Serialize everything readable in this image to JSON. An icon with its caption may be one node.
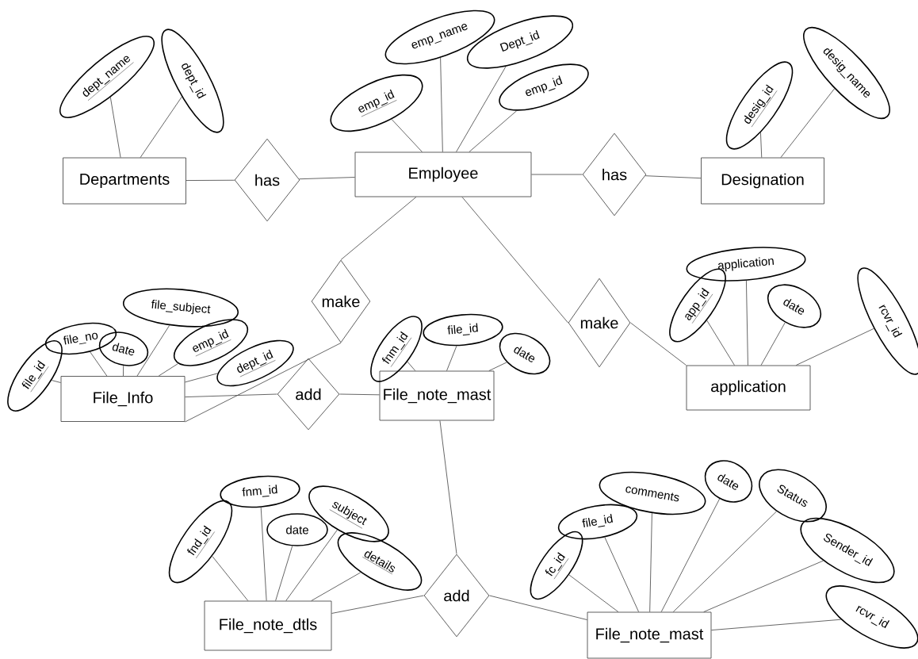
{
  "diagram": {
    "nodes": [
      {
        "text": [
          "Departments"
        ]
      },
      {
        "text": [
          "has"
        ]
      },
      {
        "text": [
          "Employee"
        ]
      },
      {
        "text": [
          "has"
        ]
      },
      {
        "text": [
          "Designation"
        ]
      },
      {
        "text": [
          "dept_name"
        ]
      },
      {
        "text": [
          "dept_id"
        ]
      },
      {
        "text": [
          "emp_id"
        ]
      },
      {
        "text": [
          "emp_name"
        ]
      },
      {
        "text": [
          "Dept_id"
        ]
      },
      {
        "text": [
          "emp_id"
        ]
      },
      {
        "text": [
          "desig_id"
        ]
      },
      {
        "text": [
          "desig_name"
        ]
      },
      {
        "text": [
          "make"
        ]
      },
      {
        "text": [
          "make"
        ]
      },
      {
        "text": [
          "application"
        ]
      },
      {
        "text": [
          "app_id"
        ]
      },
      {
        "text": [
          "date"
        ]
      },
      {
        "text": [
          "rcvr_id"
        ]
      },
      {
        "text": [
          "application"
        ]
      },
      {
        "text": [
          "file_no"
        ]
      },
      {
        "text": [
          "file_subject"
        ]
      },
      {
        "text": [
          "file_id"
        ]
      },
      {
        "text": [
          "date"
        ]
      },
      {
        "text": [
          "emp_id"
        ]
      },
      {
        "text": [
          "dept_id"
        ]
      },
      {
        "text": [
          "File_Info"
        ]
      },
      {
        "text": [
          "add"
        ]
      },
      {
        "text": [
          "File_note_mast"
        ]
      },
      {
        "text": [
          "file_id"
        ]
      },
      {
        "text": [
          "fnm_id"
        ]
      },
      {
        "text": [
          "date"
        ]
      },
      {
        "text": [
          "File_note_dtls"
        ]
      },
      {
        "text": [
          "fnm_id"
        ]
      },
      {
        "text": [
          "subject"
        ]
      },
      {
        "text": [
          "fnd_id"
        ]
      },
      {
        "text": [
          "date"
        ]
      },
      {
        "text": [
          "details"
        ]
      },
      {
        "text": [
          "add"
        ]
      },
      {
        "text": [
          "comments"
        ]
      },
      {
        "text": [
          "date"
        ]
      },
      {
        "text": [
          "Status"
        ]
      },
      {
        "text": [
          "file_id"
        ]
      },
      {
        "text": [
          "Sender_id"
        ]
      },
      {
        "text": [
          "fc_id"
        ]
      },
      {
        "text": [
          "rcvr_id"
        ]
      },
      {
        "text": [
          "File_note_mast"
        ]
      }
    ],
    "edges": [
      {
        "from": 0,
        "to": 1,
        "arrow": "none"
      },
      {
        "from": 1,
        "to": 2,
        "arrow": "none"
      },
      {
        "from": 2,
        "to": 3,
        "arrow": "none"
      },
      {
        "from": 3,
        "to": 4,
        "arrow": "none"
      },
      {
        "from": 0,
        "to": 5,
        "arrow": "none"
      },
      {
        "from": 0,
        "to": 6,
        "arrow": "none"
      },
      {
        "from": 2,
        "to": 7,
        "arrow": "none"
      },
      {
        "from": 2,
        "to": 8,
        "arrow": "none"
      },
      {
        "from": 2,
        "to": 9,
        "arrow": "none"
      },
      {
        "from": 2,
        "to": 10,
        "arrow": "none"
      },
      {
        "from": 4,
        "to": 11,
        "arrow": "none"
      },
      {
        "from": 4,
        "to": 12,
        "arrow": "none"
      },
      {
        "from": 2,
        "to": 13,
        "arrow": "none"
      },
      {
        "from": 13,
        "to": 26,
        "arrow": "none"
      },
      {
        "from": 2,
        "to": 14,
        "arrow": "none"
      },
      {
        "from": 14,
        "to": 19,
        "arrow": "none"
      },
      {
        "from": 19,
        "to": 15,
        "arrow": "none"
      },
      {
        "from": 19,
        "to": 16,
        "arrow": "none"
      },
      {
        "from": 19,
        "to": 17,
        "arrow": "none"
      },
      {
        "from": 19,
        "to": 18,
        "arrow": "none"
      },
      {
        "from": 26,
        "to": 20,
        "arrow": "none"
      },
      {
        "from": 26,
        "to": 21,
        "arrow": "none"
      },
      {
        "from": 26,
        "to": 22,
        "arrow": "none"
      },
      {
        "from": 26,
        "to": 23,
        "arrow": "none"
      },
      {
        "from": 26,
        "to": 24,
        "arrow": "none"
      },
      {
        "from": 26,
        "to": 25,
        "arrow": "none"
      },
      {
        "from": 26,
        "to": 27,
        "arrow": "none"
      },
      {
        "from": 27,
        "to": 28,
        "arrow": "none"
      },
      {
        "from": 28,
        "to": 29,
        "arrow": "none"
      },
      {
        "from": 28,
        "to": 30,
        "arrow": "none"
      },
      {
        "from": 28,
        "to": 31,
        "arrow": "none"
      },
      {
        "from": 28,
        "to": 38,
        "arrow": "none"
      },
      {
        "from": 38,
        "to": 32,
        "arrow": "none"
      },
      {
        "from": 38,
        "to": 46,
        "arrow": "none"
      },
      {
        "from": 32,
        "to": 33,
        "arrow": "none"
      },
      {
        "from": 32,
        "to": 34,
        "arrow": "none"
      },
      {
        "from": 32,
        "to": 35,
        "arrow": "none"
      },
      {
        "from": 32,
        "to": 36,
        "arrow": "none"
      },
      {
        "from": 32,
        "to": 37,
        "arrow": "none"
      },
      {
        "from": 46,
        "to": 39,
        "arrow": "none"
      },
      {
        "from": 46,
        "to": 40,
        "arrow": "none"
      },
      {
        "from": 46,
        "to": 41,
        "arrow": "none"
      },
      {
        "from": 46,
        "to": 42,
        "arrow": "none"
      },
      {
        "from": 46,
        "to": 43,
        "arrow": "none"
      },
      {
        "from": 46,
        "to": 44,
        "arrow": "none"
      },
      {
        "from": 46,
        "to": 45,
        "arrow": "none"
      }
    ]
  }
}
